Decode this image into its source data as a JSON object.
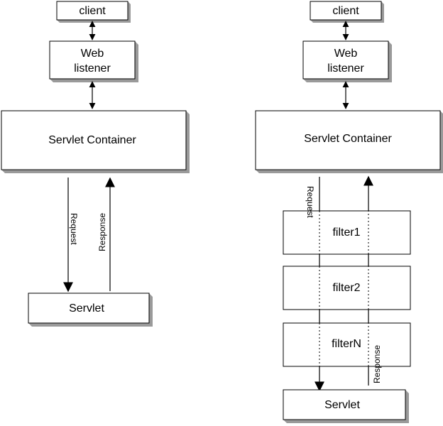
{
  "left_diagram": {
    "client": "client",
    "web_listener_line1": "Web",
    "web_listener_line2": "listener",
    "servlet_container": "Servlet Container",
    "request": "Request",
    "response": "Response",
    "servlet": "Servlet"
  },
  "right_diagram": {
    "client": "client",
    "web_listener_line1": "Web",
    "web_listener_line2": "listener",
    "servlet_container": "Servlet Container",
    "request": "Request",
    "response": "Response",
    "filters": [
      "filter1",
      "filter2",
      "filterN"
    ],
    "servlet": "Servlet"
  },
  "colors": {
    "stroke": "#000000",
    "box_fill": "#ffffff",
    "shadow": "#9a9a9a"
  }
}
